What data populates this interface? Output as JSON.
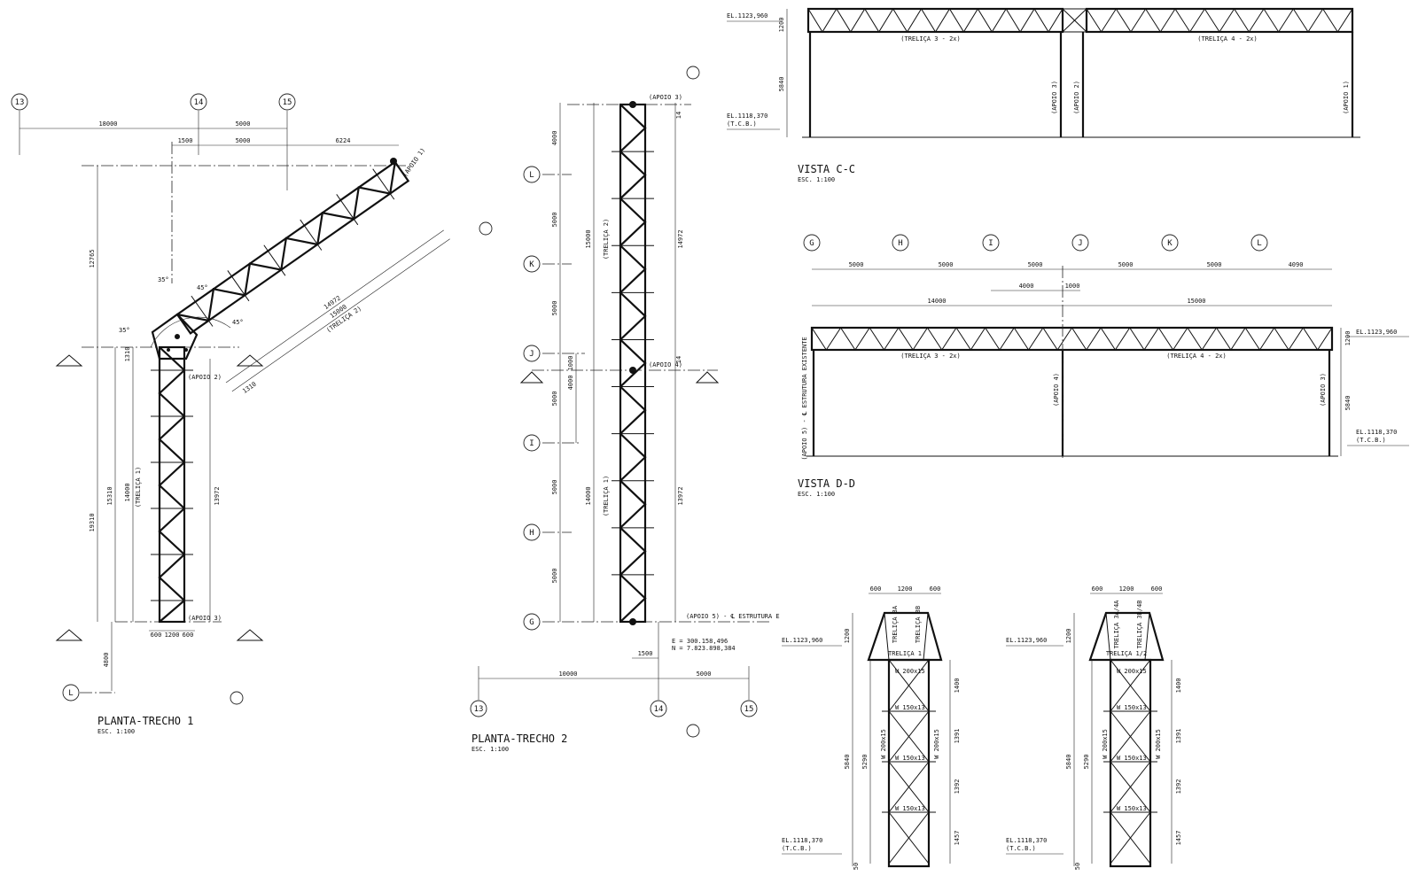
{
  "views": {
    "plan1": {
      "title": "PLANTA-TRECHO 1",
      "scale": "ESC. 1:100",
      "axes_top": [
        "13",
        "14",
        "15"
      ],
      "axis_left": "L",
      "dims_top": [
        "18000",
        "5000",
        "1500",
        "5000",
        "6224"
      ],
      "dims_vertical": [
        "12765",
        "19310",
        "15310",
        "14000",
        "13972",
        "4800",
        "1310"
      ],
      "dims_diagonal": [
        "14972",
        "15000",
        "1310"
      ],
      "dims_bottom": [
        "600",
        "1200",
        "600"
      ],
      "labels": [
        "(APOIO 1)",
        "(APOIO 2)",
        "(APOIO 3)",
        "(TRELIÇA 1)",
        "(TRELIÇA 2)"
      ],
      "angles": [
        "35°",
        "45°",
        "35°",
        "45°"
      ]
    },
    "plan2": {
      "title": "PLANTA-TRECHO 2",
      "scale": "ESC. 1:100",
      "axes_left": [
        "L",
        "K",
        "J",
        "I",
        "H",
        "G"
      ],
      "axes_bottom": [
        "13",
        "14",
        "15"
      ],
      "dims_left": [
        "4000",
        "5000",
        "5000",
        "5000",
        "5000",
        "5000"
      ],
      "dims_inner": [
        "15000",
        "14000",
        "4000",
        "1000"
      ],
      "dims_right": [
        "14972",
        "13972",
        "14",
        "14"
      ],
      "dims_bottom": [
        "10000",
        "5000",
        "1500"
      ],
      "labels": [
        "(APOIO 3)",
        "(APOIO 4)",
        "(APOIO 5) - ℄ ESTRUTURA E",
        "(TRELIÇA 2)",
        "(TRELIÇA 1)"
      ],
      "coords": [
        "E = 300.158,496",
        "N = 7.823.898,384"
      ]
    },
    "vista_cc": {
      "title": "VISTA C-C",
      "scale": "ESC. 1:100",
      "elevations": [
        "EL.1123,960",
        "EL.1118,370",
        "(T.C.B.)"
      ],
      "trusses": [
        "(TRELIÇA 3 - 2x)",
        "(TRELIÇA 4 - 2x)"
      ],
      "supports": [
        "(APOIO 3)",
        "(APOIO 2)",
        "(APOIO 1)"
      ],
      "dims": [
        "1200",
        "5840"
      ]
    },
    "vista_dd": {
      "title": "VISTA D-D",
      "scale": "ESC. 1:100",
      "axes": [
        "G",
        "H",
        "I",
        "J",
        "K",
        "L"
      ],
      "dims_top": [
        "5000",
        "5000",
        "5000",
        "5000",
        "5000",
        "4090"
      ],
      "dims_mid": [
        "4000",
        "1000"
      ],
      "dims_bottom": [
        "14000",
        "15000"
      ],
      "elevations": [
        "EL.1123,960",
        "EL.1118,370",
        "(T.C.B.)"
      ],
      "trusses": [
        "(TRELIÇA 3 - 2x)",
        "(TRELIÇA 4 - 2x)"
      ],
      "supports": [
        "(APOIO 5) - ℄ ESTRUTURA EXISTENTE",
        "(APOIO 4)",
        "(APOIO 3)"
      ],
      "dims_right": [
        "1200",
        "5840"
      ]
    },
    "tower1": {
      "elevations": [
        "EL.1123,960",
        "EL.1118,370",
        "(T.C.B.)"
      ],
      "top_dims": [
        "600",
        "1200",
        "600"
      ],
      "truss_label": "TRELIÇA 1",
      "diag_labels": [
        "TRELIÇA 3A",
        "TRELIÇA 3B"
      ],
      "members": [
        "W 200x15",
        "W 150x13",
        "W 150x13",
        "W 150x13",
        "W 200x15",
        "W 200x15"
      ],
      "dims_left": [
        "1200",
        "5840",
        "5290",
        "50"
      ],
      "dims_right": [
        "1400",
        "1391",
        "1392",
        "1457"
      ]
    },
    "tower2": {
      "elevations": [
        "EL.1123,960",
        "EL.1118,370",
        "(T.C.B.)"
      ],
      "top_dims": [
        "600",
        "1200",
        "600"
      ],
      "truss_label": "TRELIÇA 1/2",
      "diag_labels": [
        "TRELIÇA 3A/4A",
        "TRELIÇA 3B/4B"
      ],
      "members": [
        "W 200x15",
        "W 150x13",
        "W 150x13",
        "W 150x13",
        "W 200x15",
        "W 200x15"
      ],
      "dims_left": [
        "1200",
        "5840",
        "5290",
        "50"
      ],
      "dims_right": [
        "1400",
        "1391",
        "1392",
        "1457"
      ]
    }
  }
}
